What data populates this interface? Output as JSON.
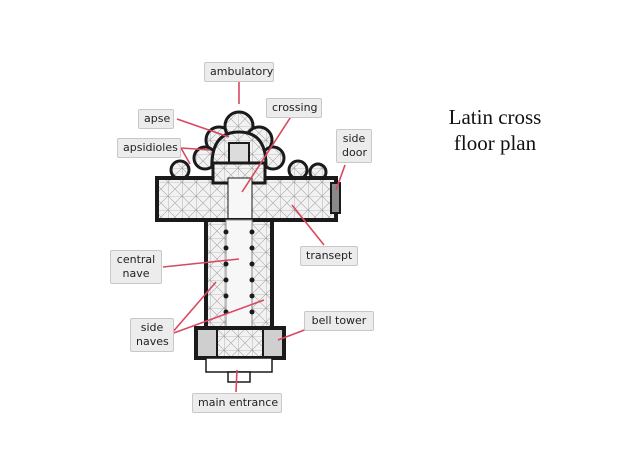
{
  "title": {
    "line1": "Latin cross",
    "line2": "floor plan"
  },
  "labels": {
    "ambulatory": "ambulatory",
    "crossing": "crossing",
    "apse": "apse",
    "apsidioles": "apsidioles",
    "side_door": {
      "line1": "side",
      "line2": "door"
    },
    "central_nave": {
      "line1": "central",
      "line2": "nave"
    },
    "transept": "transept",
    "side_naves": {
      "line1": "side",
      "line2": "naves"
    },
    "bell_tower": "bell tower",
    "main_entrance": "main entrance"
  },
  "colors": {
    "leader_line": "#d9485f",
    "plan_wall": "#1a1a1a",
    "plan_fill": "#f2f2f2",
    "plan_grid": "#9a9a9a",
    "label_bg": "#ececec"
  }
}
